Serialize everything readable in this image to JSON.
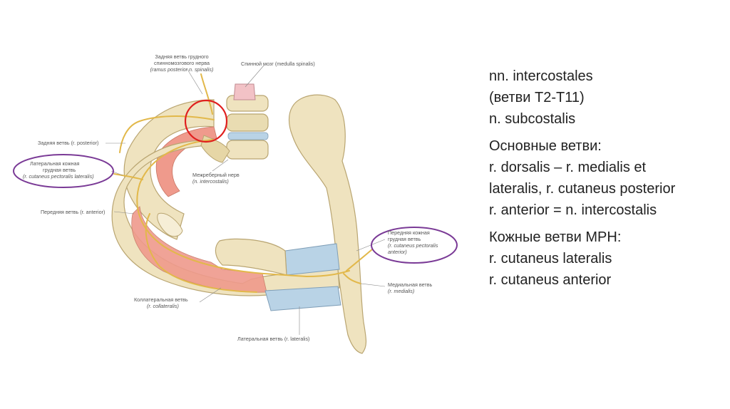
{
  "figure": {
    "labels": {
      "posterior_branch_spinal_1": "Задняя ветвь грудного",
      "posterior_branch_spinal_2": "спинномозгового нерва",
      "posterior_branch_spinal_3": "(ramus posterior n. spinalis)",
      "spinal_cord": "Спинной мозг (medulla spinalis)",
      "posterior_branch": "Задняя ветвь (r. posterior)",
      "lateral_cutaneous_1": "Латеральная кожная",
      "lateral_cutaneous_2": "грудная ветвь",
      "lateral_cutaneous_3": "(r. cutaneus pectoralis lateralis)",
      "intercostal_nerve_1": "Межреберный нерв",
      "intercostal_nerve_2": "(n. intercostalis)",
      "anterior_branch": "Передняя ветвь (r. anterior)",
      "anterior_cutaneous_1": "Передняя кожная",
      "anterior_cutaneous_2": "грудная ветвь",
      "anterior_cutaneous_3": "(r. cutaneus pectoralis",
      "anterior_cutaneous_4": "anterior)",
      "medial_branch_1": "Медиальная ветвь",
      "medial_branch_2": "(r. medialis)",
      "collateral_branch_1": "Коллатеральная ветвь",
      "collateral_branch_2": "(r. collateralis)",
      "lateral_branch": "Латеральная ветвь (r. lateralis)"
    },
    "colors": {
      "bone": "#efe3bf",
      "bone_shadow": "#d8c79a",
      "muscle": "#ef9a8c",
      "cartilage": "#b9d3e6",
      "nerve": "#e2b84a",
      "highlight_red": "#e0201f",
      "highlight_purple": "#7a3a96"
    }
  },
  "notes": {
    "line1": "nn. intercostales",
    "line2": "(ветви T2-T11)",
    "line3": "n. subcostalis",
    "line4": "Основные ветви:",
    "line5": "r. dorsalis – r. medialis et",
    "line6": "lateralis, r. cutaneus posterior",
    "line7": "r. anterior = n. intercostalis",
    "line8": "Кожные ветви МРН:",
    "line9": "r. cutaneus lateralis",
    "line10": "r. cutaneus anterior"
  }
}
